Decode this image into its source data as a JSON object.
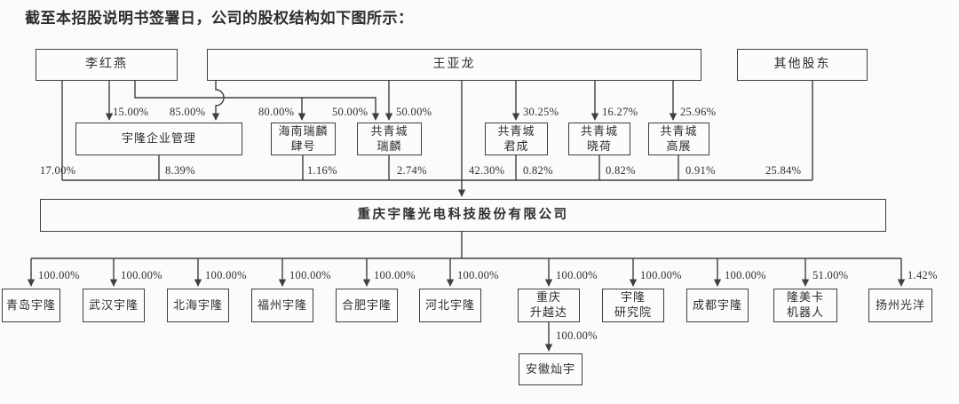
{
  "title": "截至本招股说明书签署日，公司的股权结构如下图所示：",
  "ink_color": "#3f3f3f",
  "top_shareholders": [
    "李红燕",
    "王亚龙",
    "其他股东"
  ],
  "mid_entities": [
    "宇隆企业管理",
    "海南瑞麟\n肆号",
    "共青城\n瑞麟",
    "共青城\n君成",
    "共青城\n晓荷",
    "共青城\n高展"
  ],
  "mid_percents": [
    "15.00%",
    "85.00%",
    "80.00%",
    "50.00%",
    "50.00%",
    "30.25%",
    "16.27%",
    "25.96%"
  ],
  "holding_percents": [
    "17.00%",
    "8.39%",
    "1.16%",
    "2.74%",
    "42.30%",
    "0.82%",
    "0.82%",
    "0.91%",
    "25.84%"
  ],
  "company": "重庆宇隆光电科技股份有限公司",
  "subsidiaries": [
    "青岛宇隆",
    "武汉宇隆",
    "北海宇隆",
    "福州宇隆",
    "合肥宇隆",
    "河北宇隆",
    "重庆\n升越达",
    "宇隆\n研究院",
    "成都宇隆",
    "隆美卡\n机器人",
    "扬州光洋"
  ],
  "subsidiary_percents": [
    "100.00%",
    "100.00%",
    "100.00%",
    "100.00%",
    "100.00%",
    "100.00%",
    "100.00%",
    "100.00%",
    "100.00%",
    "51.00%",
    "1.42%"
  ],
  "grandchild": {
    "name": "安徽灿宇",
    "percent": "100.00%"
  }
}
